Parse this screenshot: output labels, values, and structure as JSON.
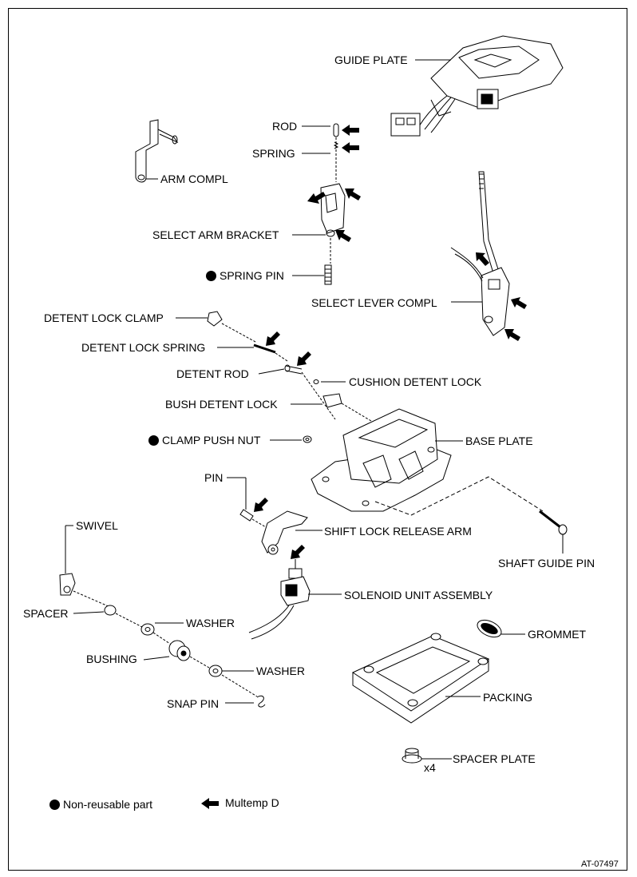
{
  "parts": {
    "guide_plate": "GUIDE PLATE",
    "rod": "ROD",
    "spring": "SPRING",
    "arm_compl": "ARM COMPL",
    "select_arm_bracket": "SELECT ARM BRACKET",
    "spring_pin": "SPRING PIN",
    "select_lever_compl": "SELECT LEVER COMPL",
    "detent_lock_clamp": "DETENT LOCK CLAMP",
    "detent_lock_spring": "DETENT LOCK SPRING",
    "detent_rod": "DETENT ROD",
    "cushion_detent_lock": "CUSHION DETENT LOCK",
    "bush_detent_lock": "BUSH DETENT LOCK",
    "clamp_push_nut": "CLAMP PUSH NUT",
    "base_plate": "BASE PLATE",
    "pin": "PIN",
    "shift_lock_release_arm": "SHIFT LOCK RELEASE  ARM",
    "swivel": "SWIVEL",
    "shaft_guide_pin": "SHAFT GUIDE PIN",
    "solenoid_unit_assembly": "SOLENOID UNIT ASSEMBLY",
    "spacer": "SPACER",
    "washer_upper": "WASHER",
    "grommet": "GROMMET",
    "bushing": "BUSHING",
    "washer_lower": "WASHER",
    "packing": "PACKING",
    "snap_pin": "SNAP PIN",
    "spacer_plate": "SPACER PLATE",
    "spacer_plate_qty": "x4"
  },
  "legend": {
    "non_reusable": "Non-reusable part",
    "multemp": "Multemp D"
  },
  "figure_code": "AT-07497"
}
